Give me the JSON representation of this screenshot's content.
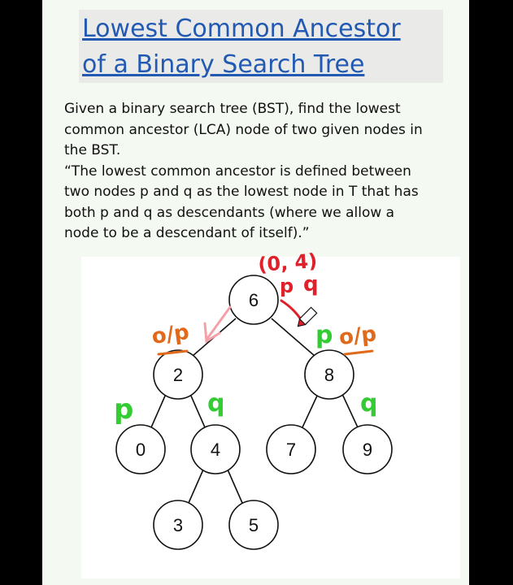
{
  "title": {
    "line1": "Lowest Common Ancestor",
    "line2": "of a Binary Search Tree"
  },
  "description": {
    "lines": [
      "Given a binary search tree (BST), find the lowest",
      "common ancestor (LCA) node of two given nodes in",
      "the BST.",
      "“The lowest common ancestor is defined between",
      "two nodes p and q as the lowest node in T that has",
      "both p and q as descendants (where we allow a",
      "node to be a descendant of itself).”"
    ]
  },
  "tree": {
    "nodes": [
      "6",
      "2",
      "8",
      "0",
      "4",
      "7",
      "9",
      "3",
      "5"
    ]
  },
  "annotations": {
    "range": "(0, 4)",
    "p_top": "p",
    "q_top": "q",
    "p_green_right": "p",
    "op_left": "o/p",
    "op_right": "o/p",
    "p_left": "p",
    "q_mid": "q",
    "q_right": "q"
  },
  "colors": {
    "title": "#2259b3",
    "annotation_red": "#e0202a",
    "annotation_green": "#33cc33",
    "annotation_orange": "#e06a1a",
    "arrow_pink": "#f4a0a8"
  }
}
